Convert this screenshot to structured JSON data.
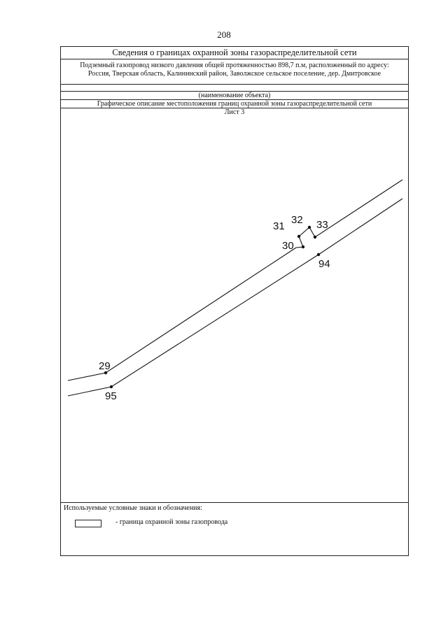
{
  "page": {
    "number": "208"
  },
  "header": {
    "title": "Сведения о границах охранной зоны газораспределительной сети",
    "object_line1": "Подземный газопровод низкого давления общей протяженностью 898,7 п.м, расположенный по адресу:",
    "object_line2": "Россия, Тверская область, Калининский район, Заволжское сельское поселение, дер. Дмитровское",
    "object_caption": "(наименование объекта)",
    "graphic_title": "Графическое описание местоположения границ охранной зоны газораспределительной сети",
    "sheet": "Лист 3"
  },
  "map": {
    "points": [
      {
        "id": "29",
        "label": "29"
      },
      {
        "id": "30",
        "label": "30"
      },
      {
        "id": "31",
        "label": "31"
      },
      {
        "id": "32",
        "label": "32"
      },
      {
        "id": "33",
        "label": "33"
      },
      {
        "id": "94",
        "label": "94"
      },
      {
        "id": "95",
        "label": "95"
      }
    ]
  },
  "legend": {
    "title": "Используемые условные знаки и обозначения:",
    "items": [
      {
        "label": "-  граница охранной зоны газопровода"
      }
    ]
  }
}
